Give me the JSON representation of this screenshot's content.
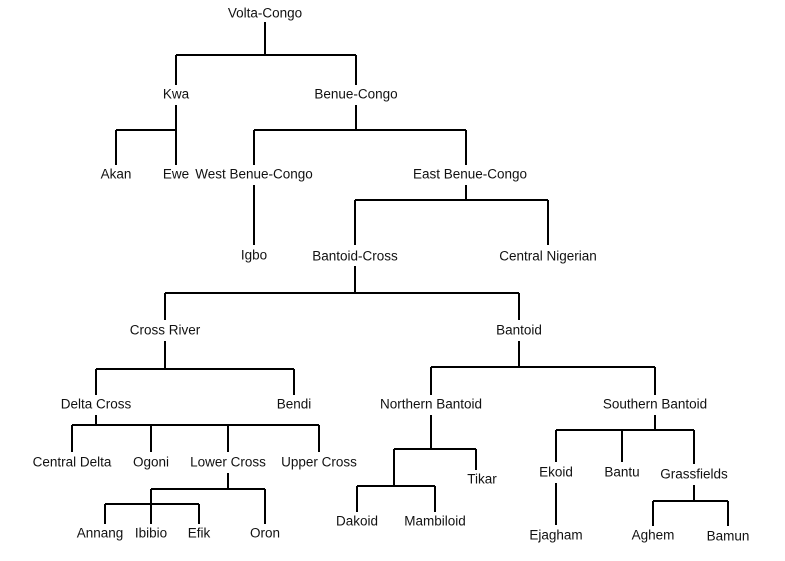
{
  "colors": {
    "background": "#ffffff",
    "line": "#000000",
    "text": "#111111"
  },
  "tree": {
    "label": "Volta-Congo",
    "children": [
      {
        "label": "Kwa",
        "children": [
          {
            "label": "Akan"
          },
          {
            "label": "Ewe"
          }
        ]
      },
      {
        "label": "Benue-Congo",
        "children": [
          {
            "label": "West Benue-Congo",
            "children": [
              {
                "label": "Igbo"
              }
            ]
          },
          {
            "label": "East Benue-Congo",
            "children": [
              {
                "label": "Bantoid-Cross",
                "children": [
                  {
                    "label": "Cross River",
                    "children": [
                      {
                        "label": "Delta Cross",
                        "children": [
                          {
                            "label": "Central Delta"
                          },
                          {
                            "label": "Ogoni"
                          },
                          {
                            "label": "Lower Cross",
                            "children": [
                              {
                                "label": "Annang"
                              },
                              {
                                "label": "Ibibio"
                              },
                              {
                                "label": "Efik"
                              },
                              {
                                "label": "Oron"
                              }
                            ]
                          },
                          {
                            "label": "Upper Cross"
                          }
                        ]
                      },
                      {
                        "label": "Bendi"
                      }
                    ]
                  },
                  {
                    "label": "Bantoid",
                    "children": [
                      {
                        "label": "Northern Bantoid",
                        "children": [
                          {
                            "label": "Dakoid"
                          },
                          {
                            "label": "Mambiloid"
                          },
                          {
                            "label": "Tikar"
                          }
                        ]
                      },
                      {
                        "label": "Southern Bantoid",
                        "children": [
                          {
                            "label": "Ekoid",
                            "children": [
                              {
                                "label": "Ejagham"
                              }
                            ]
                          },
                          {
                            "label": "Bantu"
                          },
                          {
                            "label": "Grassfields",
                            "children": [
                              {
                                "label": "Aghem"
                              },
                              {
                                "label": "Bamun"
                              }
                            ]
                          }
                        ]
                      }
                    ]
                  }
                ]
              },
              {
                "label": "Central Nigerian"
              }
            ]
          }
        ]
      }
    ]
  }
}
